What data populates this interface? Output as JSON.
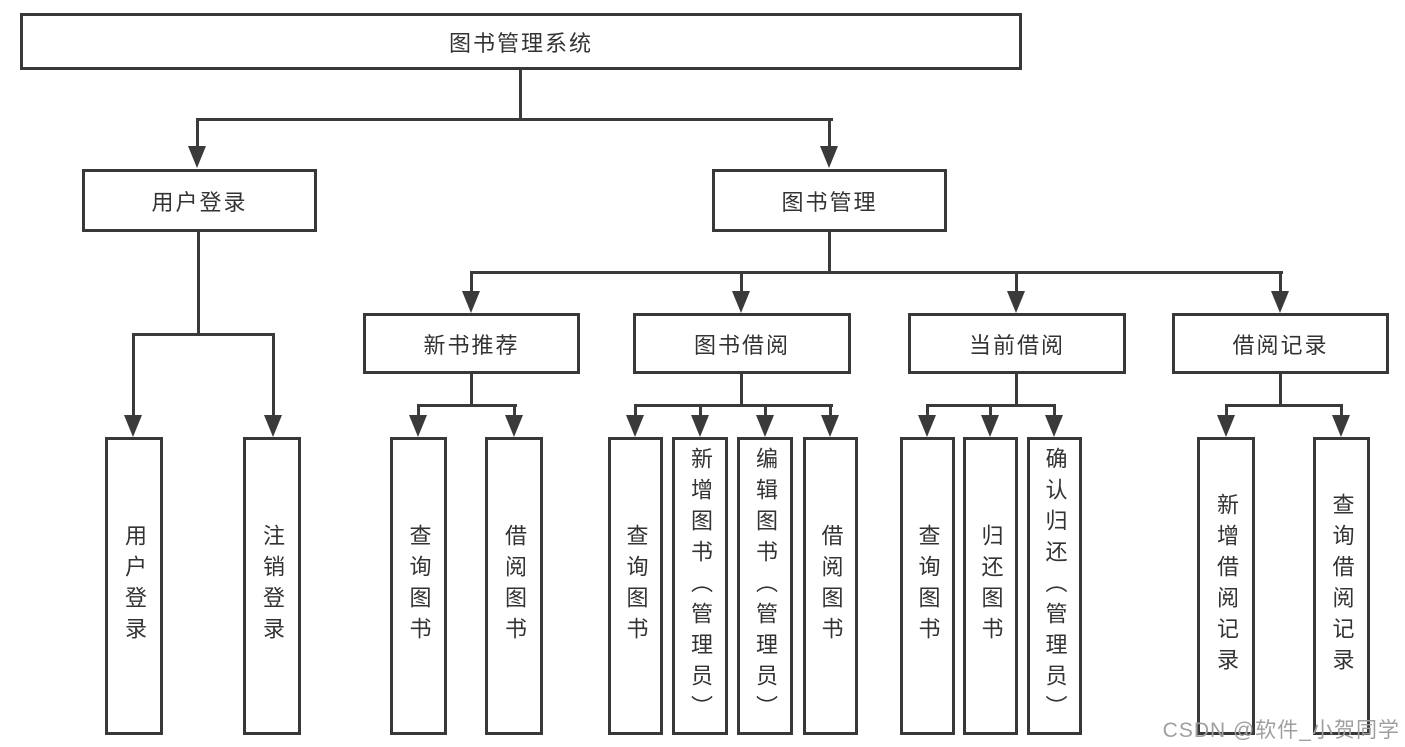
{
  "diagram": {
    "root": {
      "label": "图书管理系统"
    },
    "level2": {
      "user_login": {
        "label": "用户登录"
      },
      "book_mgmt": {
        "label": "图书管理"
      }
    },
    "level3": {
      "new_book_rec": {
        "label": "新书推荐"
      },
      "book_borrow": {
        "label": "图书借阅"
      },
      "current_borrow": {
        "label": "当前借阅"
      },
      "borrow_records": {
        "label": "借阅记录"
      }
    },
    "leaves": {
      "login_user_login": {
        "label": "用户登录"
      },
      "login_logout": {
        "label": "注销登录"
      },
      "rec_query_books": {
        "label": "查询图书"
      },
      "rec_borrow_books": {
        "label": "借阅图书"
      },
      "bb_query_books": {
        "label": "查询图书"
      },
      "bb_add_books_admin": {
        "label": "新增图书（管理员）"
      },
      "bb_edit_books_admin": {
        "label": "编辑图书（管理员）"
      },
      "bb_borrow_books": {
        "label": "借阅图书"
      },
      "cb_query_books": {
        "label": "查询图书"
      },
      "cb_return_books": {
        "label": "归还图书"
      },
      "cb_confirm_return_admin": {
        "label": "确认归还（管理员）"
      },
      "br_add_record": {
        "label": "新增借阅记录"
      },
      "br_query_record": {
        "label": "查询借阅记录"
      }
    }
  },
  "watermark": {
    "text": "CSDN @软件_小贺同学"
  },
  "colors": {
    "line": "#3a3a3a",
    "border": "#383838",
    "text": "#333333",
    "watermark": "#9f9f9f",
    "background": "#ffffff"
  }
}
